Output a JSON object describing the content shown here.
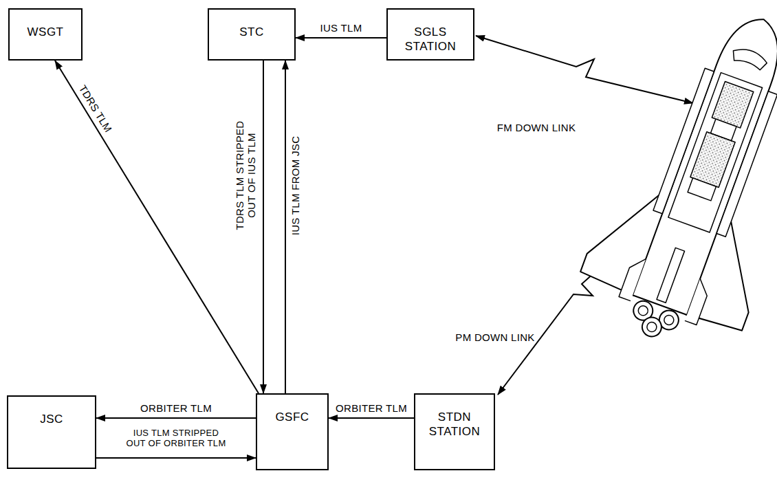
{
  "diagram": {
    "nodes": [
      {
        "text": [
          "WSGT"
        ]
      },
      {
        "text": [
          "STC"
        ]
      },
      {
        "text": [
          "SGLS STATION"
        ]
      },
      {
        "text": [
          "JSC"
        ]
      },
      {
        "text": [
          "GSFC"
        ]
      },
      {
        "text": [
          "STDN STATION"
        ]
      }
    ],
    "edges": [
      {
        "from": 2,
        "to": 1,
        "label": "IUS TLM",
        "arrow": "to"
      },
      {
        "from": 1,
        "to": 4,
        "label": "TDRS TLM STRIPPED OUT OF IUS TLM",
        "arrow": "to"
      },
      {
        "from": 4,
        "to": 1,
        "label": "IUS TLM FROM JSC",
        "arrow": "to"
      },
      {
        "from": 4,
        "to": 0,
        "label": "TDRS TLM",
        "arrow": "to"
      },
      {
        "from": 4,
        "to": 3,
        "label": "ORBITER TLM",
        "arrow": "to"
      },
      {
        "from": 3,
        "to": 4,
        "label": "IUS TLM STRIPPED OUT OF ORBITER TLM",
        "arrow": "to"
      },
      {
        "from": 5,
        "to": 4,
        "label": "ORBITER TLM",
        "arrow": "to"
      }
    ],
    "labels": [
      "FM DOWN LINK",
      "PM DOWN LINK"
    ]
  }
}
